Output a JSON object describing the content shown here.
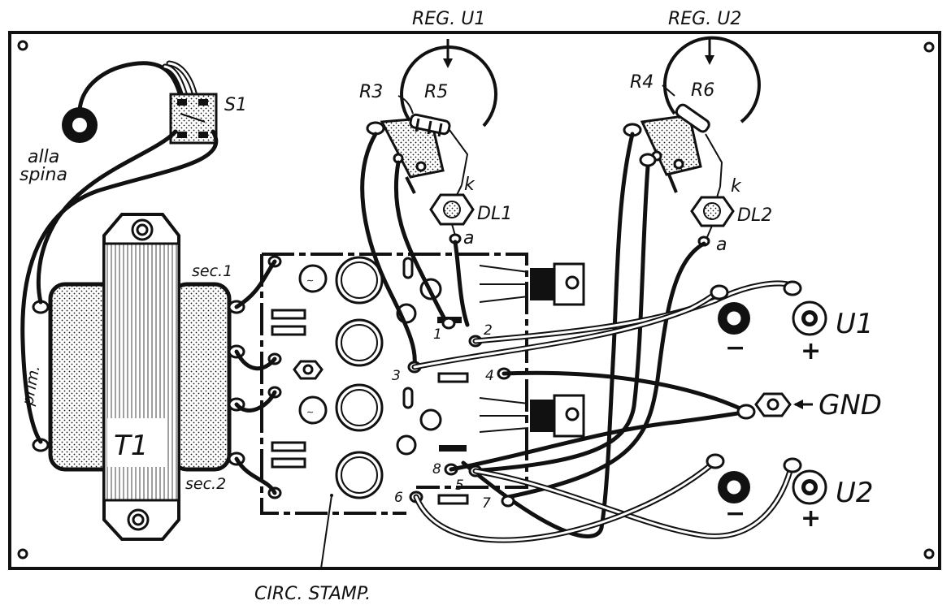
{
  "labels": {
    "reg_u1": "REG. U1",
    "reg_u2": "REG. U2",
    "s1": "S1",
    "alla": "alla",
    "spina": "spina",
    "r3": "R3",
    "r5": "R5",
    "r4": "R4",
    "r6": "R6",
    "k1": "k",
    "k2": "k",
    "dl1": "DL1",
    "dl2": "DL2",
    "a1": "a",
    "a2": "a",
    "sec1": "sec.1",
    "sec2": "sec.2",
    "prim": "prim.",
    "t1": "T1",
    "u1": "U1",
    "u2": "U2",
    "gnd": "GND",
    "minus": "−",
    "plus": "+",
    "minus2": "−",
    "plus2": "+",
    "circ_stamp": "CIRC. STAMP.",
    "n1": "1",
    "n2": "2",
    "n3": "3",
    "n4": "4",
    "n5": "5",
    "n6": "6",
    "n7": "7",
    "n8": "8"
  },
  "colors": {
    "ink": "#111111",
    "paper": "#ffffff"
  }
}
